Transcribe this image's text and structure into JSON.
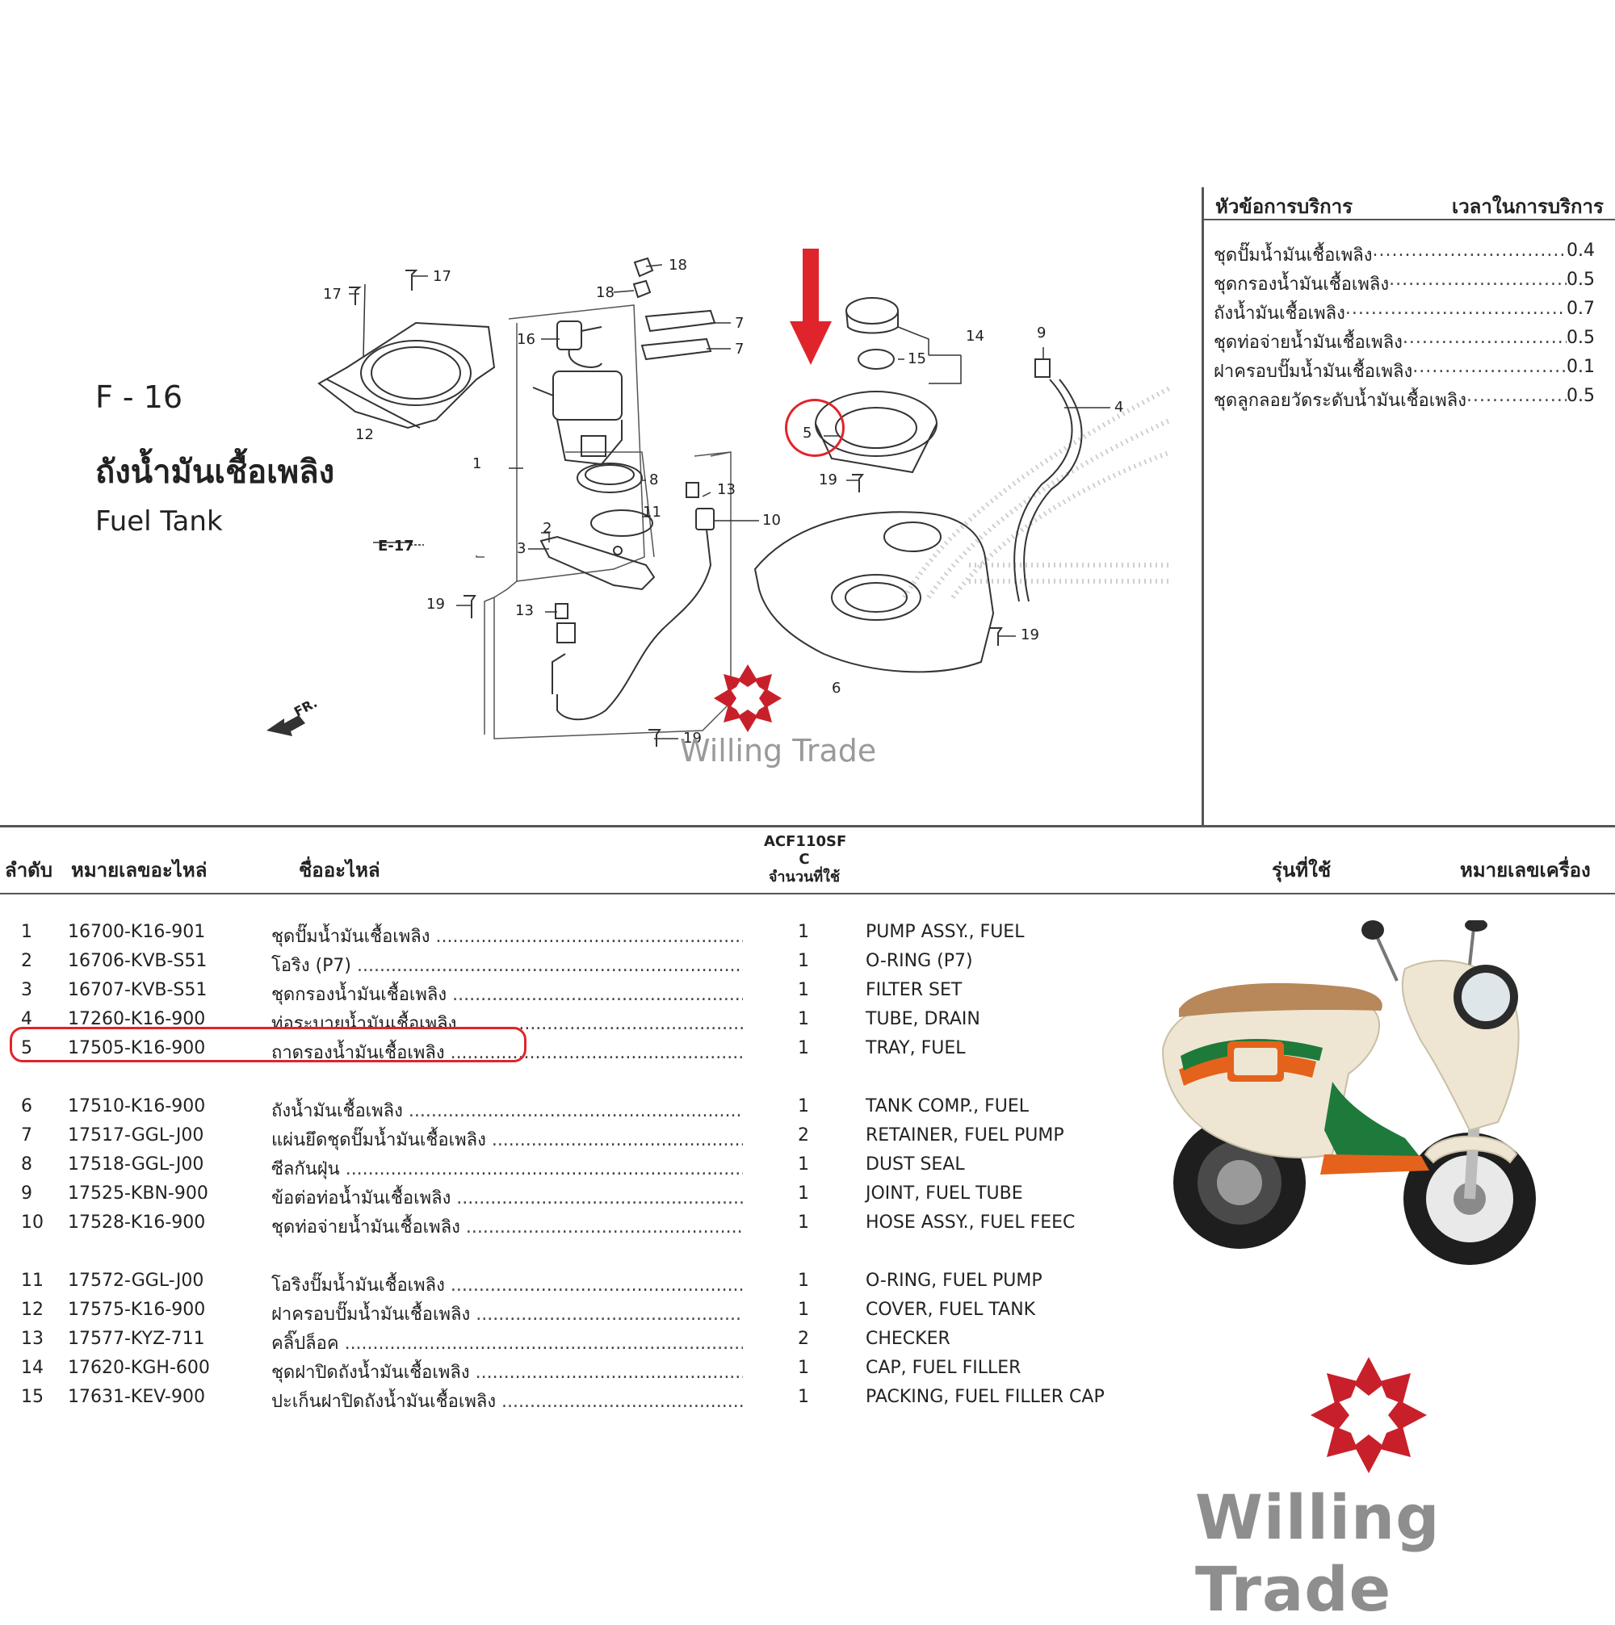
{
  "figure": {
    "code": "F - 16",
    "title_th": "ถังน้ำมันเชื้อเพลิง",
    "title_en": "Fuel Tank",
    "ref_e17": "E-17",
    "fr_label": "FR.",
    "callouts": [
      "1",
      "2",
      "3",
      "4",
      "5",
      "6",
      "7",
      "7",
      "8",
      "9",
      "10",
      "11",
      "12",
      "13",
      "13",
      "14",
      "15",
      "16",
      "17",
      "17",
      "18",
      "18",
      "19",
      "19",
      "19",
      "19"
    ]
  },
  "service": {
    "header_topic": "หัวข้อการบริการ",
    "header_time": "เวลาในการบริการ",
    "items": [
      {
        "name": "ชุดปั๊มน้ำมันเชื้อเพลิง",
        "time": "0.4"
      },
      {
        "name": "ชุดกรองน้ำมันเชื้อเพลิง",
        "time": "0.5"
      },
      {
        "name": "ถังน้ำมันเชื้อเพลิง",
        "time": "0.7"
      },
      {
        "name": "ชุดท่อจ่ายน้ำมันเชื้อเพลิง",
        "time": "0.5"
      },
      {
        "name": "ฝาครอบปั๊มน้ำมันเชื้อเพลิง",
        "time": "0.1"
      },
      {
        "name": "ชุดลูกลอยวัดระดับน้ำมันเชื้อเพลิง",
        "time": "0.5"
      }
    ]
  },
  "parts_header": {
    "no": "ลำดับ",
    "part_no": "หมายเลขอะไหล่",
    "name": "ชื่ออะไหล่",
    "model_line1": "ACF110SF",
    "model_line2": "C",
    "qty": "จำนวนที่ใช้",
    "model_used": "รุ่นที่ใช้",
    "engine_no": "หมายเลขเครื่อง"
  },
  "parts": [
    {
      "no": "1",
      "part_no": "16700-K16-901",
      "name_th": "ชุดปั๊มน้ำมันเชื้อเพลิง",
      "qty": "1",
      "name_en": "PUMP ASSY., FUEL"
    },
    {
      "no": "2",
      "part_no": "16706-KVB-S51",
      "name_th": "โอริง (P7)",
      "qty": "1",
      "name_en": "O-RING (P7)"
    },
    {
      "no": "3",
      "part_no": "16707-KVB-S51",
      "name_th": "ชุดกรองน้ำมันเชื้อเพลิง",
      "qty": "1",
      "name_en": "FILTER SET"
    },
    {
      "no": "4",
      "part_no": "17260-K16-900",
      "name_th": "ท่อระบายน้ำมันเชื้อเพลิง",
      "qty": "1",
      "name_en": "TUBE, DRAIN"
    },
    {
      "no": "5",
      "part_no": "17505-K16-900",
      "name_th": "ถาดรองน้ำมันเชื้อเพลิง",
      "qty": "1",
      "name_en": "TRAY, FUEL"
    },
    {
      "no": "6",
      "part_no": "17510-K16-900",
      "name_th": "ถังน้ำมันเชื้อเพลิง",
      "qty": "1",
      "name_en": "TANK COMP., FUEL"
    },
    {
      "no": "7",
      "part_no": "17517-GGL-J00",
      "name_th": "แผ่นยึดชุดปั๊มน้ำมันเชื้อเพลิง",
      "qty": "2",
      "name_en": "RETAINER, FUEL PUMP"
    },
    {
      "no": "8",
      "part_no": "17518-GGL-J00",
      "name_th": "ซีลกันฝุ่น",
      "qty": "1",
      "name_en": "DUST SEAL"
    },
    {
      "no": "9",
      "part_no": "17525-KBN-900",
      "name_th": "ข้อต่อท่อน้ำมันเชื้อเพลิง",
      "qty": "1",
      "name_en": "JOINT, FUEL TUBE"
    },
    {
      "no": "10",
      "part_no": "17528-K16-900",
      "name_th": "ชุดท่อจ่ายน้ำมันเชื้อเพลิง",
      "qty": "1",
      "name_en": "HOSE ASSY., FUEL FEEC"
    },
    {
      "no": "11",
      "part_no": "17572-GGL-J00",
      "name_th": "โอริงปั๊มน้ำมันเชื้อเพลิง",
      "qty": "1",
      "name_en": "O-RING, FUEL PUMP"
    },
    {
      "no": "12",
      "part_no": "17575-K16-900",
      "name_th": "ฝาครอบปั๊มน้ำมันเชื้อเพลิง",
      "qty": "1",
      "name_en": "COVER, FUEL TANK"
    },
    {
      "no": "13",
      "part_no": "17577-KYZ-711",
      "name_th": "คลิ๊ปล็อค",
      "qty": "2",
      "name_en": "CHECKER"
    },
    {
      "no": "14",
      "part_no": "17620-KGH-600",
      "name_th": "ชุดฝาปิดถังน้ำมันเชื้อเพลิง",
      "qty": "1",
      "name_en": "CAP, FUEL FILLER"
    },
    {
      "no": "15",
      "part_no": "17631-KEV-900",
      "name_th": "ปะเก็นฝาปิดถังน้ำมันเชื้อเพลิง",
      "qty": "1",
      "name_en": "PACKING, FUEL FILLER CAP"
    }
  ],
  "watermark": {
    "text": "Willing Trade"
  },
  "colors": {
    "highlight": "#e0242c",
    "logo_red": "#c8202a",
    "watermark_gray": "#8e8e8e",
    "honda_dots": "#c8c8c8"
  }
}
